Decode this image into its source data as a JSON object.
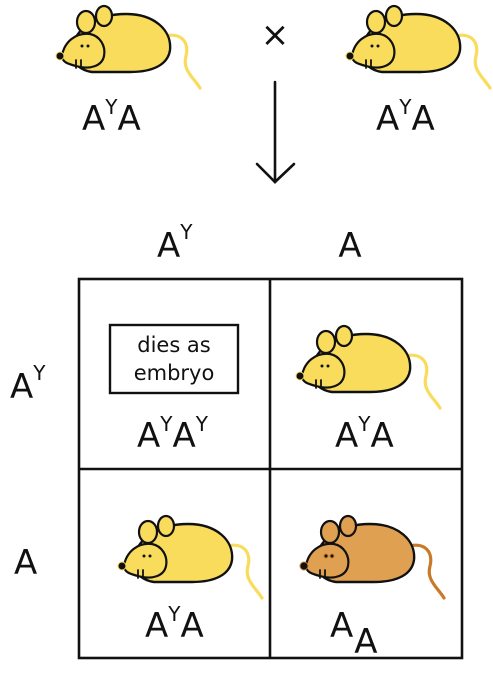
{
  "parents": {
    "left": {
      "genotype": {
        "base": "A",
        "sup": "Y",
        "tail": "A"
      }
    },
    "cross_symbol": "×",
    "right": {
      "genotype": {
        "base": "A",
        "sup": "Y",
        "tail": "A"
      }
    }
  },
  "columns": [
    {
      "base": "A",
      "sup": "Y"
    },
    {
      "base": "A",
      "sup": ""
    }
  ],
  "rows": [
    {
      "base": "A",
      "sup": "Y"
    },
    {
      "base": "A",
      "sup": ""
    }
  ],
  "cells": [
    {
      "note_line1": "dies as",
      "note_line2": "embryo",
      "genotype": {
        "a1": "A",
        "s1": "Y",
        "a2": "A",
        "s2": "Y"
      }
    },
    {
      "mouse": "yellow",
      "genotype": {
        "a1": "A",
        "s1": "Y",
        "a2": "A"
      }
    },
    {
      "mouse": "yellow",
      "genotype": {
        "a1": "A",
        "s1": "Y",
        "a2": "A"
      }
    },
    {
      "mouse": "brown",
      "genotype": {
        "a1": "A",
        "s1": "",
        "a2": "A"
      }
    }
  ],
  "colors": {
    "yellow_mouse": "#F9DC5C",
    "brown_mouse": "#DFA052",
    "brown_tail": "#C97A28",
    "outline": "#111111"
  }
}
